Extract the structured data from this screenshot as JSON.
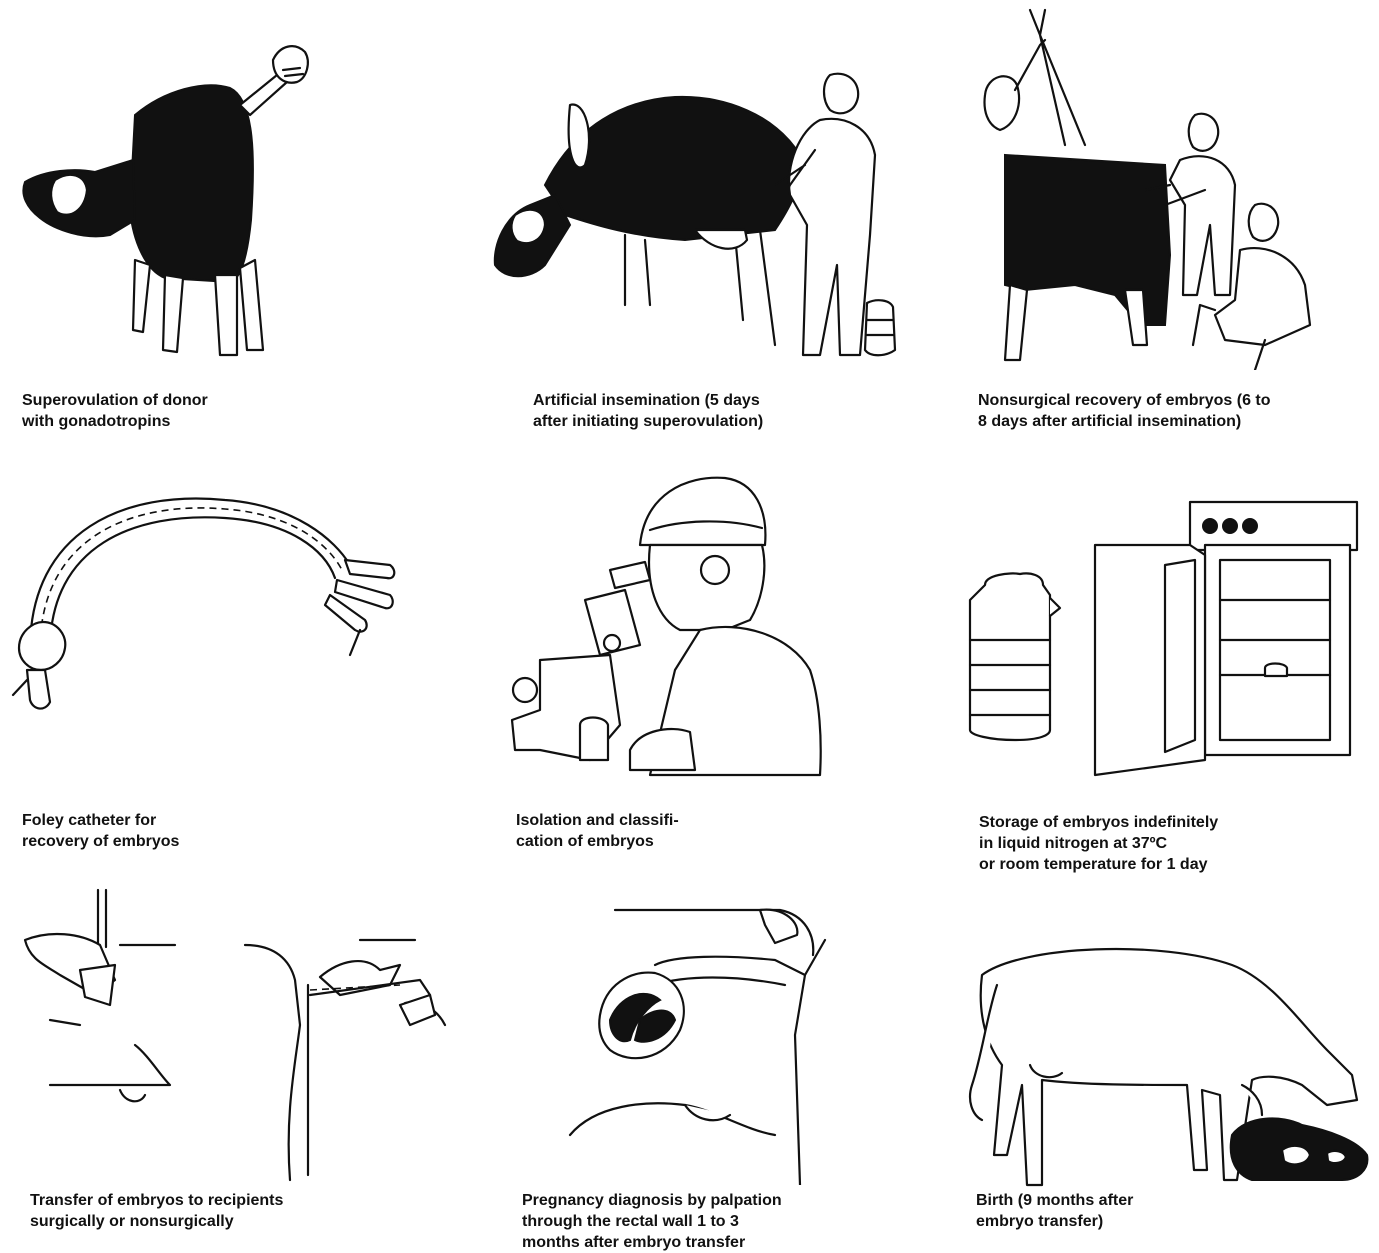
{
  "panels": [
    {
      "id": "superovulation",
      "caption": "Superovulation of donor\nwith gonadotropins"
    },
    {
      "id": "insemination",
      "caption": "Artificial insemination (5 days\nafter initiating superovulation)"
    },
    {
      "id": "recovery",
      "caption": "Nonsurgical recovery of embryos (6 to\n8 days after artificial insemination)"
    },
    {
      "id": "catheter",
      "caption": "Foley catheter for\nrecovery of embryos"
    },
    {
      "id": "isolation",
      "caption": "Isolation and classifi-\ncation of embryos"
    },
    {
      "id": "storage",
      "caption": "Storage of embryos indefinitely\nin liquid nitrogen at 37ºC\nor room temperature for 1 day"
    },
    {
      "id": "transfer",
      "caption": "Transfer of embryos to recipients\nsurgically or nonsurgically"
    },
    {
      "id": "diagnosis",
      "caption": "Pregnancy diagnosis by palpation\nthrough the rectal wall 1 to 3\nmonths after embryo transfer"
    },
    {
      "id": "birth",
      "caption": "Birth (9 months after\nembryo transfer)"
    }
  ]
}
